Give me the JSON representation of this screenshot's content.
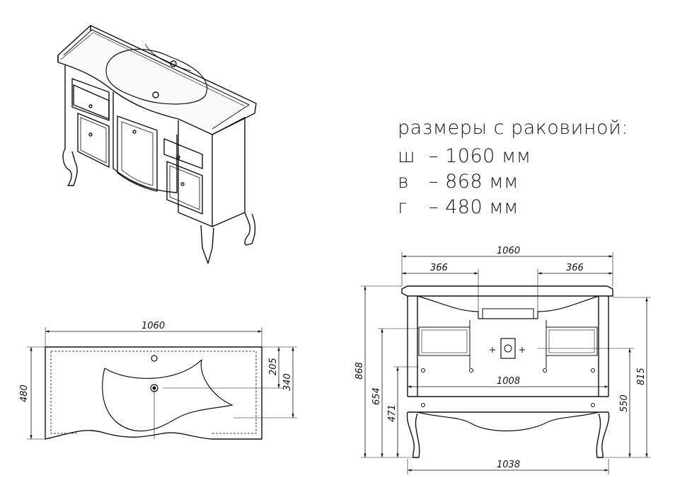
{
  "specs": {
    "heading": "размеры с раковиной:",
    "rows": [
      {
        "key": "ш",
        "value": "– 1060 мм"
      },
      {
        "key": "в",
        "value": "– 868 мм"
      },
      {
        "key": "г",
        "value": "– 480 мм"
      }
    ]
  },
  "top_view": {
    "width_dim": "1060",
    "depth_dim": "480",
    "dim_205": "205",
    "dim_340": "340"
  },
  "front_view": {
    "width_dim": "1060",
    "left_offset": "366",
    "right_offset": "366",
    "inner_width": "1008",
    "base_width": "1038",
    "height_total": "868",
    "height_654": "654",
    "height_471": "471",
    "height_815": "815",
    "height_550": "550"
  }
}
